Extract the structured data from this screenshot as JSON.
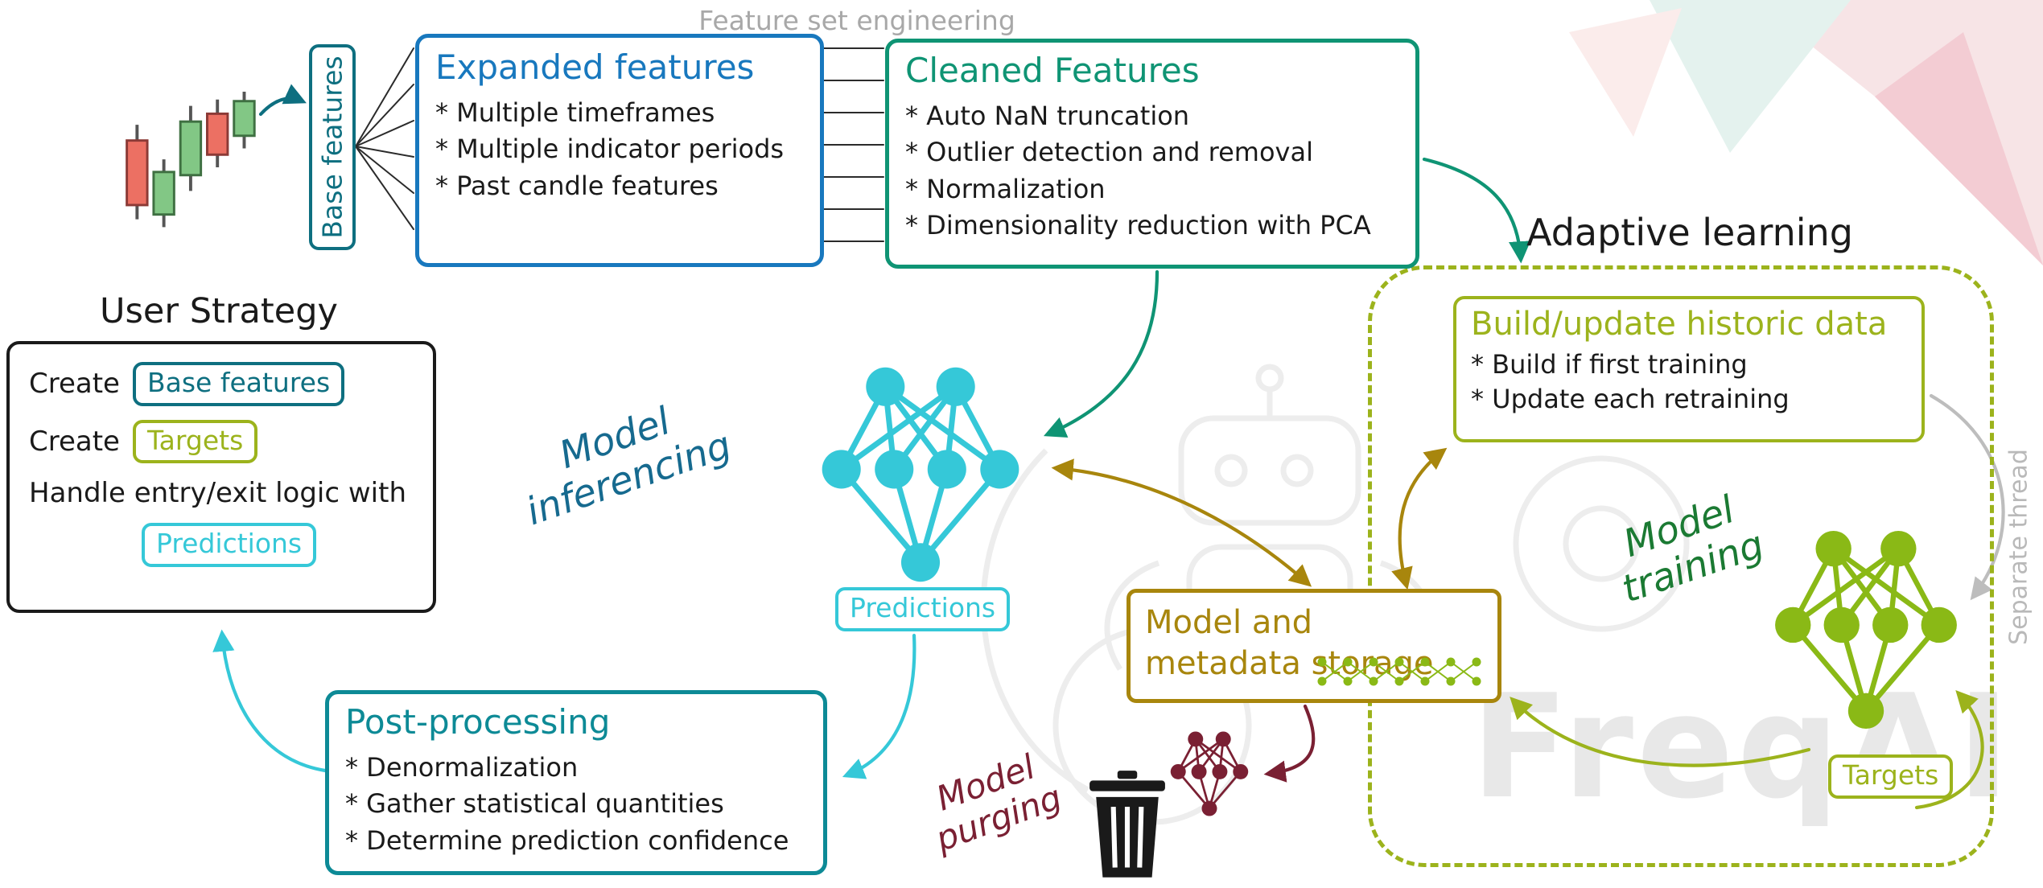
{
  "colors": {
    "blue": "#1878be",
    "teal": "#0f9474",
    "dark_teal": "#0e6f80",
    "teal_blue": "#0d8a96",
    "ink_blue": "#166a8f",
    "cyan": "#35c8d8",
    "olive": "#9cb31c",
    "gold": "#a8860d",
    "dark_green": "#1b7a33",
    "dark_red": "#7a2033",
    "gray": "#a8a8a8",
    "green": "#8ab916",
    "ink": "#1a1a1a"
  },
  "header": {
    "feature_set_engineering": "Feature set engineering"
  },
  "base_features": {
    "label": "Base features"
  },
  "expanded_features": {
    "title": "Expanded features",
    "items": [
      "* Multiple timeframes",
      "* Multiple indicator periods",
      "* Past candle features"
    ]
  },
  "cleaned_features": {
    "title": "Cleaned Features",
    "items": [
      "* Auto NaN truncation",
      "* Outlier detection and removal",
      "* Normalization",
      "* Dimensionality reduction with PCA"
    ]
  },
  "adaptive_learning": {
    "title": "Adaptive learning",
    "build_update": {
      "title": "Build/update historic data",
      "items": [
        "* Build if first training",
        "* Update each retraining"
      ]
    },
    "model_training_label": "Model training",
    "targets_chip": "Targets",
    "separate_thread_label": "Separate thread"
  },
  "user_strategy": {
    "title": "User Strategy",
    "create_label": "Create",
    "base_features_chip": "Base features",
    "targets_chip": "Targets",
    "handle_line": "Handle entry/exit logic with",
    "predictions_chip": "Predictions"
  },
  "model_inferencing_label": "Model inferencing",
  "predictions_chip": "Predictions",
  "model_storage": {
    "title": "Model and metadata storage"
  },
  "post_processing": {
    "title": "Post-processing",
    "items": [
      "* Denormalization",
      "* Gather statistical quantities",
      "* Determine prediction confidence"
    ]
  },
  "model_purging_label": "Model purging",
  "watermark": "FreqAI",
  "icons": [
    "candlestick-chart-icon",
    "inference-neural-network-icon",
    "training-neural-network-icon",
    "purged-neural-network-icon",
    "stored-models-icon",
    "trash-can-icon",
    "robot-watermark"
  ]
}
